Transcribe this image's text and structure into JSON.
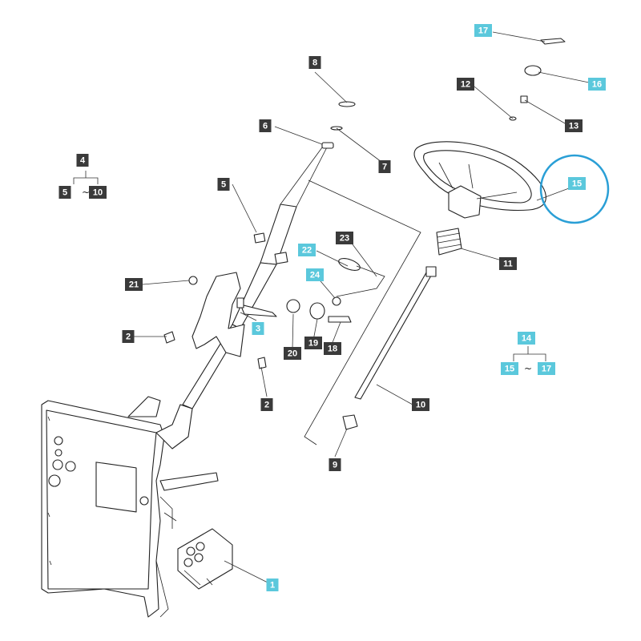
{
  "callouts": [
    {
      "id": "c1",
      "label": "1",
      "style": "cyan"
    },
    {
      "id": "c2a",
      "label": "2",
      "style": "dark"
    },
    {
      "id": "c2b",
      "label": "2",
      "style": "dark"
    },
    {
      "id": "c3",
      "label": "3",
      "style": "cyan"
    },
    {
      "id": "c4",
      "label": "4",
      "style": "dark"
    },
    {
      "id": "c4a",
      "label": "5",
      "style": "dark"
    },
    {
      "id": "c4b",
      "label": "10",
      "style": "dark"
    },
    {
      "id": "c5",
      "label": "5",
      "style": "dark"
    },
    {
      "id": "c6",
      "label": "6",
      "style": "dark"
    },
    {
      "id": "c7",
      "label": "7",
      "style": "dark"
    },
    {
      "id": "c8",
      "label": "8",
      "style": "dark"
    },
    {
      "id": "c9",
      "label": "9",
      "style": "dark"
    },
    {
      "id": "c10",
      "label": "10",
      "style": "dark"
    },
    {
      "id": "c11",
      "label": "11",
      "style": "dark"
    },
    {
      "id": "c12",
      "label": "12",
      "style": "dark"
    },
    {
      "id": "c13",
      "label": "13",
      "style": "dark"
    },
    {
      "id": "c14",
      "label": "14",
      "style": "cyan"
    },
    {
      "id": "c14a",
      "label": "15",
      "style": "cyan"
    },
    {
      "id": "c14b",
      "label": "17",
      "style": "cyan"
    },
    {
      "id": "c15",
      "label": "15",
      "style": "cyan"
    },
    {
      "id": "c16",
      "label": "16",
      "style": "cyan"
    },
    {
      "id": "c17",
      "label": "17",
      "style": "cyan"
    },
    {
      "id": "c18",
      "label": "18",
      "style": "dark"
    },
    {
      "id": "c19",
      "label": "19",
      "style": "dark"
    },
    {
      "id": "c20",
      "label": "20",
      "style": "dark"
    },
    {
      "id": "c21",
      "label": "21",
      "style": "dark"
    },
    {
      "id": "c22",
      "label": "22",
      "style": "cyan"
    },
    {
      "id": "c23",
      "label": "23",
      "style": "dark"
    },
    {
      "id": "c24",
      "label": "24",
      "style": "cyan"
    }
  ],
  "range_separator": "~",
  "colors": {
    "dark_label": "#3a3a3a",
    "cyan_label": "#5bc8dc",
    "highlight_ring": "#2a9fd6",
    "line": "#222222"
  }
}
